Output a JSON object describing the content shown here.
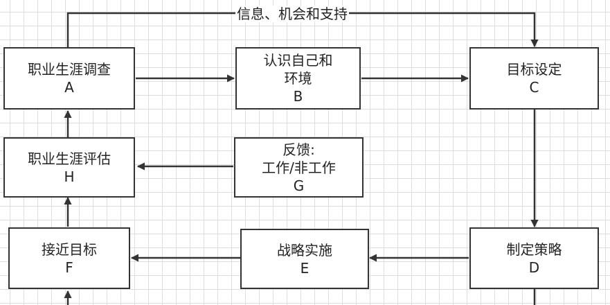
{
  "diagram": {
    "colors": {
      "stroke": "#333333",
      "text": "#222222",
      "grid": "#dedede",
      "node_fill": "#ffffff"
    },
    "top_edge_label": "信息、机会和支持",
    "nodes": {
      "A": {
        "text": "职业生涯调查",
        "letter": "A"
      },
      "B": {
        "line1": "认识自己和",
        "line2": "环境",
        "letter": "B"
      },
      "C": {
        "text": "目标设定",
        "letter": "C"
      },
      "D": {
        "text": "制定策略",
        "letter": "D"
      },
      "E": {
        "text": "战略实施",
        "letter": "E"
      },
      "F": {
        "text": "接近目标",
        "letter": "F"
      },
      "G": {
        "line1": "反馈:",
        "line2": "工作/非工作",
        "letter": "G"
      },
      "H": {
        "text": "职业生涯评估",
        "letter": "H"
      }
    },
    "edges": [
      {
        "from": "A",
        "to": "B"
      },
      {
        "from": "B",
        "to": "C"
      },
      {
        "from": "A",
        "to": "C",
        "label": "信息、机会和支持"
      },
      {
        "from": "C",
        "to": "D"
      },
      {
        "from": "D",
        "to": "E"
      },
      {
        "from": "E",
        "to": "F"
      },
      {
        "from": "F",
        "to": "H"
      },
      {
        "from": "G",
        "to": "H"
      },
      {
        "from": "H",
        "to": "A"
      }
    ]
  }
}
